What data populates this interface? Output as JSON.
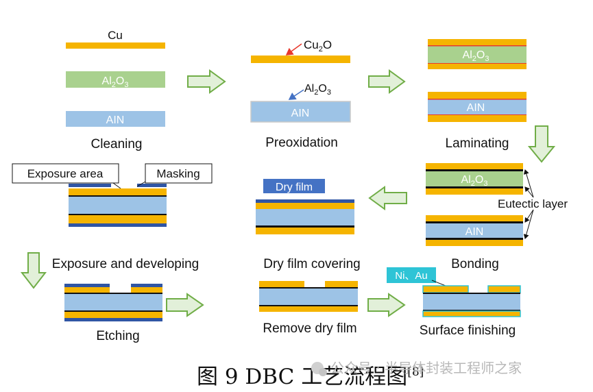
{
  "colors": {
    "copper": "#f5b400",
    "alumina": "#a9d18e",
    "aln": "#9dc3e6",
    "cu2o": "#e8382c",
    "eutectic": "#111111",
    "masking": "#2f55a4",
    "dry_film": "#4472c4",
    "ni_au": "#2ec4d6",
    "arrow_fill": "#e2f0d9",
    "arrow_stroke": "#70ad47"
  },
  "labels": {
    "cu": "Cu",
    "cu2o_base": "Cu",
    "cu2o_sub": "2",
    "cu2o_tail": "O",
    "al_base": "Al",
    "al_sub1": "2",
    "al_mid": "O",
    "al_sub2": "3",
    "aln": "AIN",
    "dry_film": "Dry film",
    "exposure_area": "Exposure area",
    "masking": "Masking",
    "eutectic_layer": "Eutectic layer",
    "ni_au": "Ni、Au"
  },
  "steps": {
    "cleaning": "Cleaning",
    "preoxidation": "Preoxidation",
    "laminating": "Laminating",
    "bonding": "Bonding",
    "dry_film_covering": "Dry film covering",
    "exposure_developing": "Exposure and developing",
    "etching": "Etching",
    "remove_dry_film": "Remove dry film",
    "surface_finishing": "Surface finishing"
  },
  "caption": {
    "text": "图 9 DBC 工艺流程图",
    "ref": "[8]"
  },
  "watermark": {
    "text": "公众号 · 半导体封装工程师之家"
  }
}
